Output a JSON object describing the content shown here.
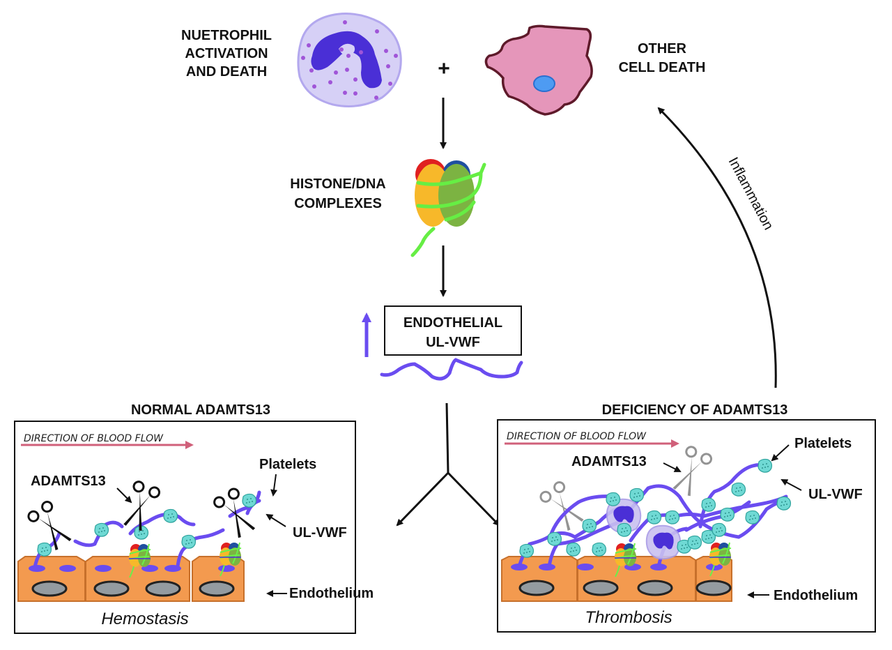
{
  "title": "ADAMTS13 / UL-VWF pathway diagram",
  "top": {
    "neutrophil_label": [
      "NUETROPHIL",
      "ACTIVATION",
      "AND DEATH"
    ],
    "plus": "+",
    "other_label": [
      "OTHER",
      "CELL DEATH"
    ]
  },
  "middle": {
    "histone_label": [
      "HISTONE/DNA",
      "COMPLEXES"
    ],
    "endo_box": [
      "ENDOTHELIAL",
      "UL-VWF"
    ]
  },
  "side": {
    "inflammation": "Inflammation"
  },
  "panels": {
    "normal": {
      "title": "NORMAL ADAMTS13",
      "flow": "DIRECTION OF BLOOD FLOW",
      "adamts": "ADAMTS13",
      "platelets": "Platelets",
      "ulvwf": "UL-VWF",
      "endothelium": "Endothelium",
      "outcome": "Hemostasis"
    },
    "deficiency": {
      "title": "DEFICIENCY OF ADAMTS13",
      "flow": "DIRECTION OF BLOOD FLOW",
      "adamts": "ADAMTS13",
      "platelets": "Platelets",
      "ulvwf": "UL-VWF",
      "endothelium": "Endothelium",
      "outcome": "Thrombosis"
    }
  },
  "colors": {
    "vwf": "#6a4cf0",
    "endothelium": "#f39a4f",
    "platelet": "#6fd9d4",
    "neutrophil": "#c9c0f0",
    "nucleus": "#4a2fd6",
    "other_cell": "#e393b8",
    "flow_arrow": "#d0607a"
  }
}
